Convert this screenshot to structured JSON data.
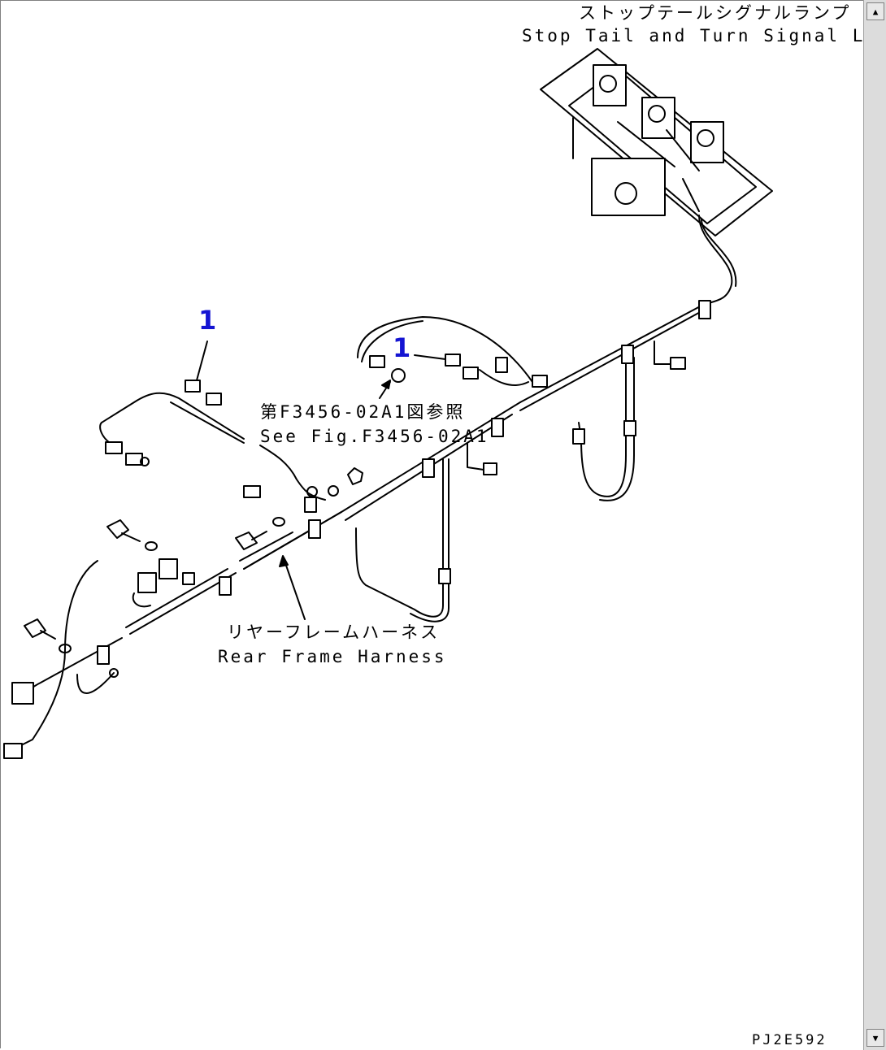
{
  "labels": {
    "lamp_jp": "ストップテールシグナルランプ",
    "lamp_en": "Stop Tail and Turn Signal Lamps",
    "ref_jp": "第F3456-02A1図参照",
    "ref_en": "See Fig.F3456-02A1",
    "harness_jp": "リヤーフレームハーネス",
    "harness_en": "Rear Frame Harness",
    "drawing_code": "PJ2E592"
  },
  "callouts": [
    "1",
    "1"
  ],
  "scrollbar": {
    "up": "▲",
    "down": "▼"
  }
}
